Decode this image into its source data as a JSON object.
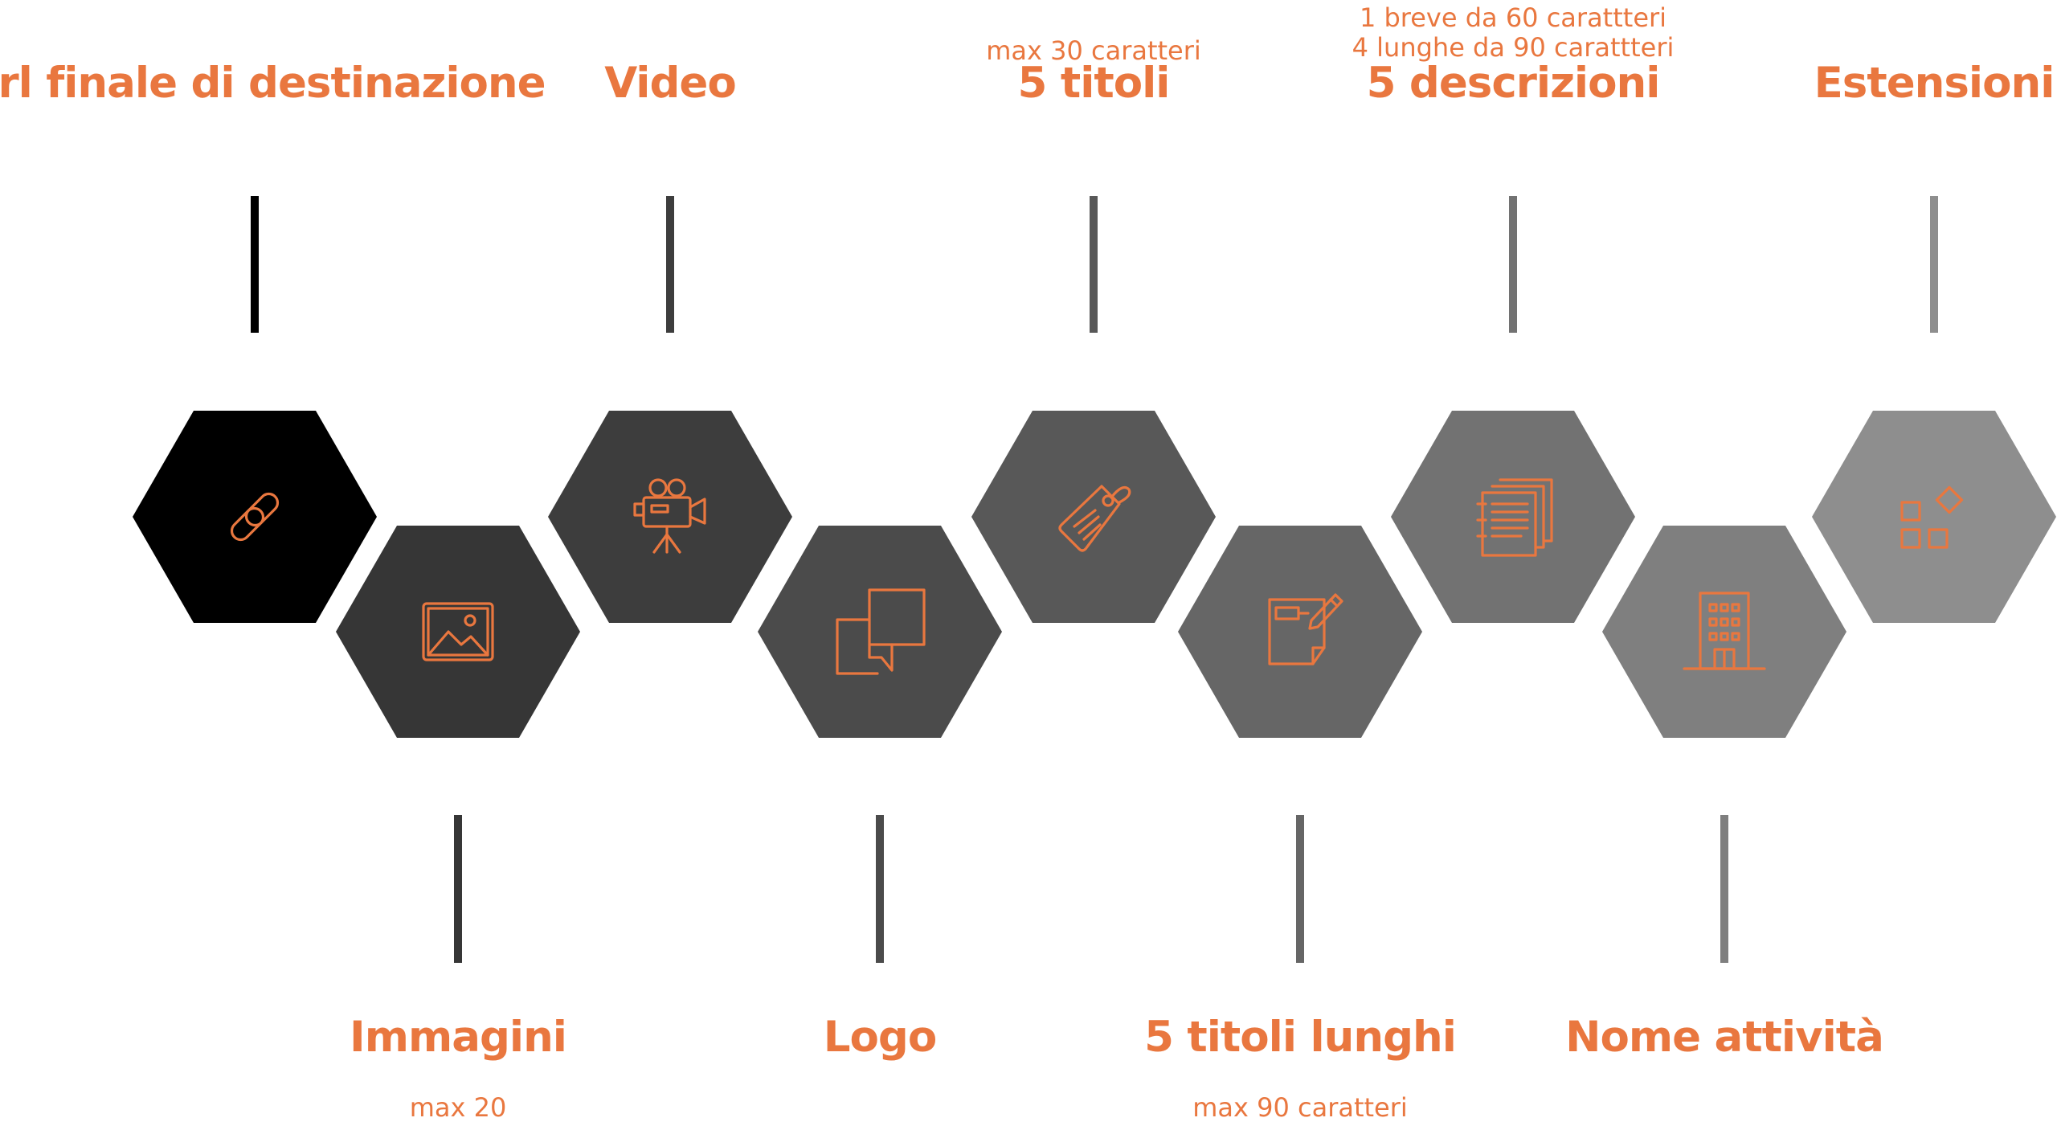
{
  "accent_color": "#e9773f",
  "items": [
    {
      "key": "url",
      "title": "Url finale di destinazione",
      "note": "",
      "hex_color": "#000000",
      "line_color": "#000000",
      "icon": "link-icon"
    },
    {
      "key": "images",
      "title": "Immagini",
      "note": "max 20",
      "hex_color": "#363636",
      "line_color": "#363636",
      "icon": "image-icon"
    },
    {
      "key": "video",
      "title": "Video",
      "note": "",
      "hex_color": "#3d3d3d",
      "line_color": "#3d3d3d",
      "icon": "video-camera-icon"
    },
    {
      "key": "logo",
      "title": "Logo",
      "note": "",
      "hex_color": "#4b4b4b",
      "line_color": "#4b4b4b",
      "icon": "logo-squares-icon"
    },
    {
      "key": "titles",
      "title": "5 titoli",
      "note": "max 30 caratteri",
      "hex_color": "#585858",
      "line_color": "#585858",
      "icon": "tag-icon"
    },
    {
      "key": "long_titles",
      "title": "5 titoli lunghi",
      "note": "max 90 caratteri",
      "hex_color": "#666666",
      "line_color": "#666666",
      "icon": "document-pen-icon"
    },
    {
      "key": "descriptions",
      "title": "5 descrizioni",
      "note": "1 breve da 60 carattteri\n4 lunghe da 90 carattteri",
      "hex_color": "#727272",
      "line_color": "#727272",
      "icon": "documents-icon"
    },
    {
      "key": "business_name",
      "title": "Nome attività",
      "note": "",
      "hex_color": "#7f7f7f",
      "line_color": "#7f7f7f",
      "icon": "building-icon"
    },
    {
      "key": "extensions",
      "title": "Estensioni",
      "note": "",
      "hex_color": "#8e8e8e",
      "line_color": "#8e8e8e",
      "icon": "extensions-icon"
    }
  ]
}
